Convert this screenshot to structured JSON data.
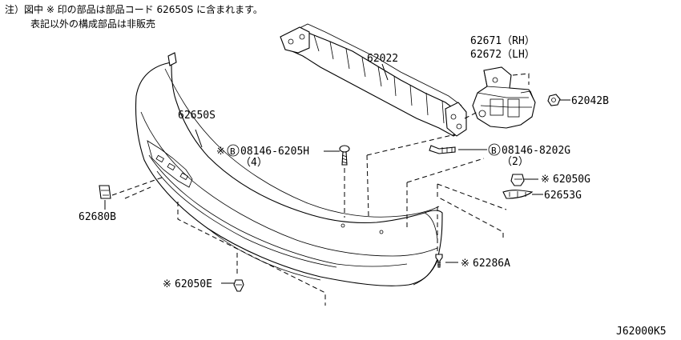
{
  "notes": {
    "line1": "注）図中 ※ 印の部品は部品コード 62650S に含まれます。",
    "line2": "表記以外の構成部品は非販売"
  },
  "callouts": {
    "reinforcement": "62022",
    "bracket_rh": "62671（RH）",
    "bracket_lh": "62672（LH）",
    "nut": "62042B",
    "fascia": "62650S",
    "bolt_left": "08146-6205H",
    "bolt_left_qty": "（4）",
    "bolt_right": "08146-8202G",
    "bolt_right_qty": "（2）",
    "clip_upper": "62050G",
    "seal": "62653G",
    "clip_left": "62680B",
    "screw": "62286A",
    "clip_lower": "62050E"
  },
  "marks": {
    "asterisk": "※",
    "circled_b": "B"
  },
  "footer": {
    "diagram_code": "J62000K5"
  }
}
